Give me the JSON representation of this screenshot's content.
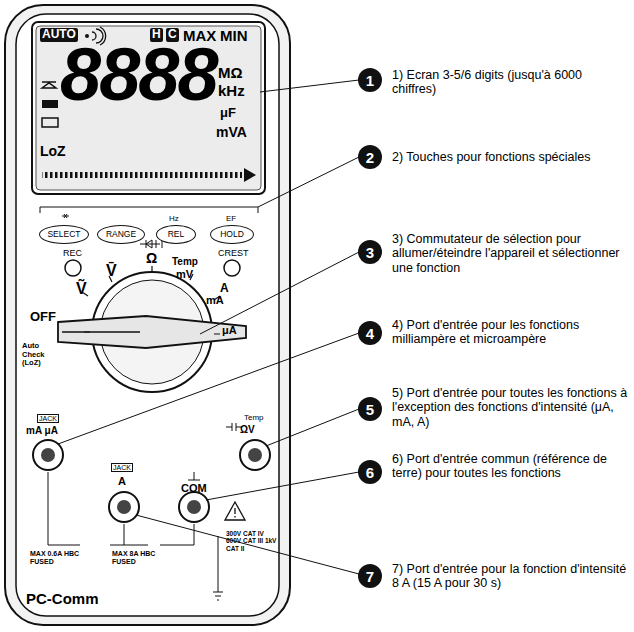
{
  "diagram": {
    "nodes": [
      {
        "text": [
          "1"
        ]
      },
      {
        "text": [
          "2"
        ]
      },
      {
        "text": [
          "3"
        ]
      },
      {
        "text": [
          "4"
        ]
      },
      {
        "text": [
          "5"
        ]
      },
      {
        "text": [
          "6"
        ]
      },
      {
        "text": [
          "7"
        ]
      },
      {
        "text": [
          "SELECT"
        ]
      },
      {
        "text": [
          "RANGE"
        ]
      },
      {
        "text": [
          "REL"
        ]
      },
      {
        "text": [
          "HOLD"
        ]
      }
    ],
    "labels": [
      "AUTO",
      "H",
      "C",
      "MAX",
      "MIN",
      "8888",
      "MΩ",
      "kHz",
      "μF",
      "mVA",
      "LoZ",
      "Hz",
      "EF",
      "REC",
      "CREST",
      "Ṽ",
      "V̄",
      "Ω",
      "Temp",
      "mV",
      "A",
      "mA",
      "μA",
      "OFF",
      "Auto Check (LoZ)",
      "JACK",
      "mA μA",
      "Temp",
      "ΩV",
      "JACK",
      "A",
      "COM",
      "MAX 0.6A HBC FUSED",
      "MAX 8A HBC FUSED",
      "300V CAT IV 600V CAT III 1kV CAT II",
      "PC-Comm",
      "1) Ecran 3-5/6 digits (jusqu'à 6000 chiffres)",
      "2) Touches pour fonctions spéciales",
      "3) Commutateur de sélection pour allumer/éteindre l'appareil et sélectionner une fonction",
      "4) Port d'entrée pour les fonctions milliampère et microampère",
      "5) Port d'entrée pour toutes les fonctions à l'exception des fonctions d'intensité (μA, mA, A)",
      "6) Port d'entrée commun (référence de terre) pour toutes les fonctions",
      "7) Port d'entrée pour la fonction d'intensité 8 A (15 A pour 30 s)"
    ]
  }
}
